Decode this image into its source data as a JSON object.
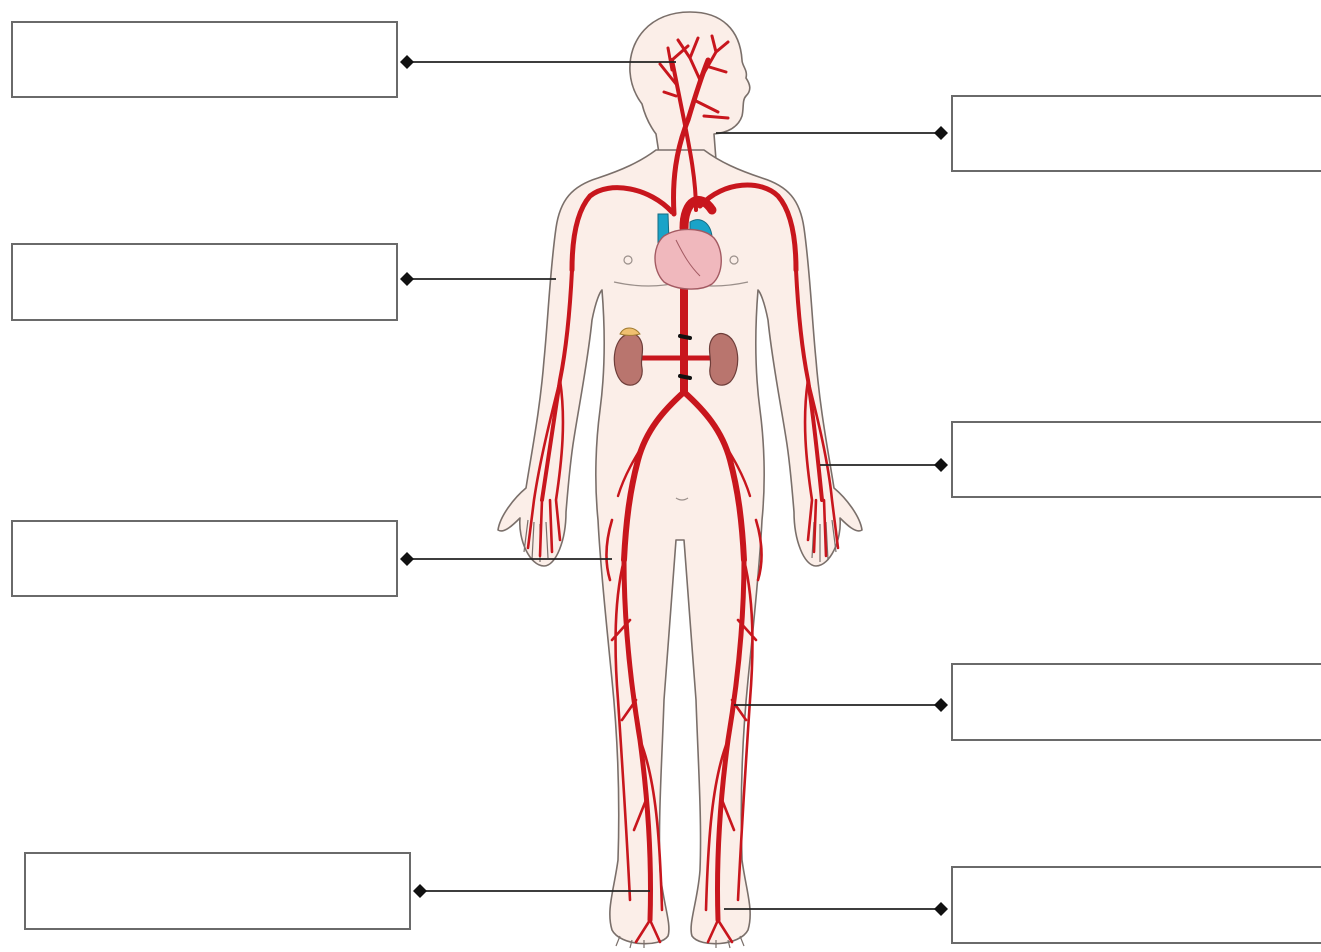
{
  "labels": [
    {
      "id": "L1",
      "side": "left",
      "value": ""
    },
    {
      "id": "L2",
      "side": "left",
      "value": ""
    },
    {
      "id": "L3",
      "side": "left",
      "value": ""
    },
    {
      "id": "L4",
      "side": "left",
      "value": ""
    },
    {
      "id": "R1",
      "side": "right",
      "value": ""
    },
    {
      "id": "R2",
      "side": "right",
      "value": ""
    },
    {
      "id": "R3",
      "side": "right",
      "value": ""
    },
    {
      "id": "R4",
      "side": "right",
      "value": ""
    },
    {
      "id": "R5",
      "side": "right",
      "value": ""
    }
  ],
  "colors": {
    "artery": "#c8161d",
    "skin": "#fbeee8",
    "outline": "#7a6f6a",
    "heart": "#f0b8bd",
    "vein_blue": "#1aa3c8",
    "kidney": "#b9756e",
    "adrenal": "#f0c070",
    "leader": "#222222",
    "box_border": "#6a6a6a"
  }
}
